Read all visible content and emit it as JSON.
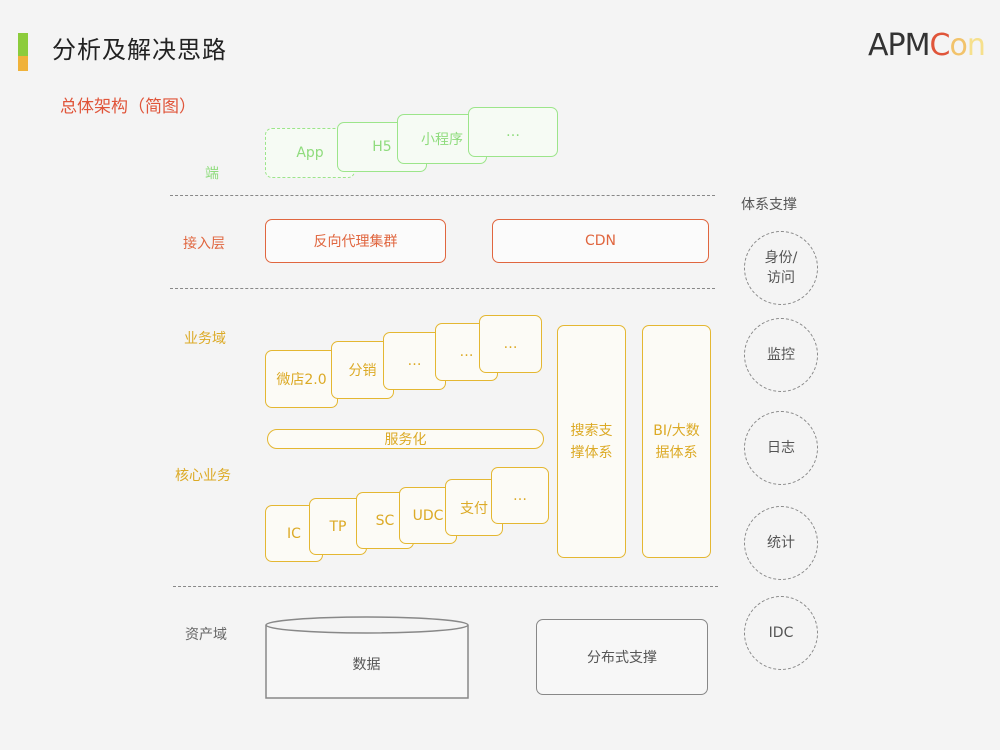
{
  "header": {
    "title": "分析及解决思路",
    "logo": {
      "a": "APM",
      "c": "C",
      "o": "o",
      "n": "n"
    }
  },
  "subtitle": "总体架构（简图）",
  "layers": {
    "client": "端",
    "access": "接入层",
    "business": "业务域",
    "core": "核心业务",
    "asset": "资产域"
  },
  "client_boxes": [
    "App",
    "H5",
    "小程序",
    "…"
  ],
  "access_boxes": [
    "反向代理集群",
    "CDN"
  ],
  "business_boxes": [
    "微店2.0",
    "分销",
    "…",
    "…",
    "…"
  ],
  "service_bar": "服务化",
  "core_boxes": [
    "IC",
    "TP",
    "SC",
    "UDC",
    "支付",
    "…"
  ],
  "search_box": {
    "line1": "搜索支",
    "line2": "撑体系"
  },
  "bi_box": {
    "line1": "BI/大数",
    "line2": "据体系"
  },
  "support": {
    "title": "体系支撑",
    "items": [
      {
        "line1": "身份/",
        "line2": "访问"
      },
      {
        "line1": "监控",
        "line2": ""
      },
      {
        "line1": "日志",
        "line2": ""
      },
      {
        "line1": "统计",
        "line2": ""
      },
      {
        "line1": "IDC",
        "line2": ""
      }
    ]
  },
  "asset": {
    "data": "数据",
    "distributed": "分布式支撑"
  },
  "colors": {
    "green": "#9ce58a",
    "orange": "#e0663f",
    "yellow": "#e4b732",
    "gray": "#888888",
    "accent_top": "#f2c230",
    "accent_bottom": "#e0553a"
  }
}
